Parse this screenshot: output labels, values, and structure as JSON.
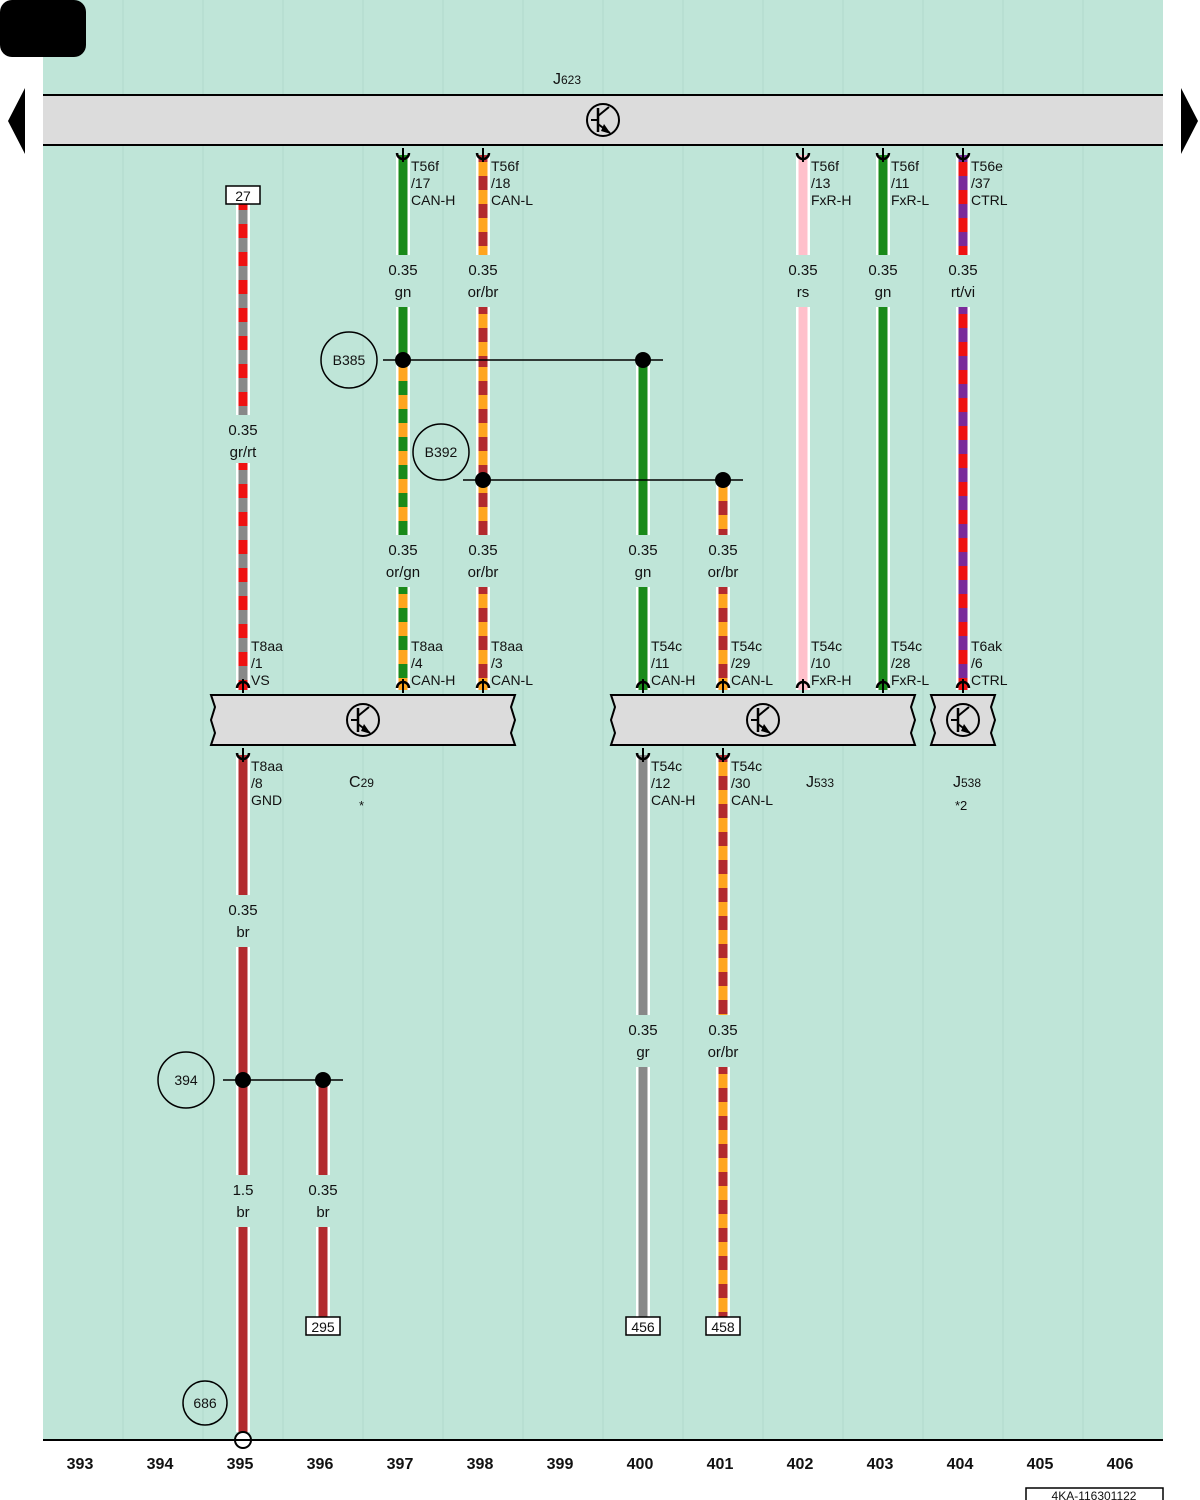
{
  "modules": {
    "top": {
      "code": "J",
      "sub": "623"
    },
    "c29": {
      "code": "C",
      "sub": "29",
      "note": "*"
    },
    "j533": {
      "code": "J",
      "sub": "533"
    },
    "j538": {
      "code": "J",
      "sub": "538",
      "note": "*2"
    }
  },
  "wires": [
    {
      "id": "w397a",
      "c1": "#1a8a1a",
      "c2": "#1a8a1a",
      "label": "0.35",
      "color_label": "gn"
    },
    {
      "id": "w398a",
      "c1": "#ffa51f",
      "c2": "#b22a2e",
      "label": "0.35",
      "color_label": "or/br"
    },
    {
      "id": "w402",
      "c1": "#ffc0cb",
      "c2": "#ffc0cb",
      "label": "0.35",
      "color_label": "rs"
    },
    {
      "id": "w403",
      "c1": "#1a8a1a",
      "c2": "#1a8a1a",
      "label": "0.35",
      "color_label": "gn"
    },
    {
      "id": "w404",
      "c1": "#ee1111",
      "c2": "#7a2a9a",
      "label": "0.35",
      "color_label": "rt/vi"
    },
    {
      "id": "w395a",
      "c1": "#888888",
      "c2": "#ee1111",
      "label": "0.35",
      "color_label": "gr/rt"
    },
    {
      "id": "w397b",
      "c1": "#ffa51f",
      "c2": "#1a8a1a",
      "label": "0.35",
      "color_label": "or/gn"
    },
    {
      "id": "w398b",
      "c1": "#ffa51f",
      "c2": "#b22a2e",
      "label": "0.35",
      "color_label": "or/br"
    },
    {
      "id": "w400a",
      "c1": "#1a8a1a",
      "c2": "#1a8a1a",
      "label": "0.35",
      "color_label": "gn"
    },
    {
      "id": "w401a",
      "c1": "#ffa51f",
      "c2": "#b22a2e",
      "label": "0.35",
      "color_label": "or/br"
    },
    {
      "id": "w395b",
      "c1": "#b22a2e",
      "c2": "#b22a2e",
      "label": "0.35",
      "color_label": "br"
    },
    {
      "id": "w400b",
      "c1": "#888888",
      "c2": "#888888",
      "label": "0.35",
      "color_label": "gr"
    },
    {
      "id": "w401b",
      "c1": "#ffa51f",
      "c2": "#b22a2e",
      "label": "0.35",
      "color_label": "or/br"
    },
    {
      "id": "w395c",
      "c1": "#b22a2e",
      "c2": "#b22a2e",
      "label": "1.5",
      "color_label": "br"
    },
    {
      "id": "w396",
      "c1": "#b22a2e",
      "c2": "#b22a2e",
      "label": "0.35",
      "color_label": "br"
    }
  ],
  "connectors": [
    {
      "id": "p397t",
      "lines": [
        "T56f",
        "/17",
        "CAN-H"
      ]
    },
    {
      "id": "p398t",
      "lines": [
        "T56f",
        "/18",
        "CAN-L"
      ]
    },
    {
      "id": "p402t",
      "lines": [
        "T56f",
        "/13",
        "FxR-H"
      ]
    },
    {
      "id": "p403t",
      "lines": [
        "T56f",
        "/11",
        "FxR-L"
      ]
    },
    {
      "id": "p404t",
      "lines": [
        "T56e",
        "/37",
        "CTRL"
      ]
    },
    {
      "id": "p395c",
      "lines": [
        "T8aa",
        "/1",
        "VS"
      ]
    },
    {
      "id": "p397c",
      "lines": [
        "T8aa",
        "/4",
        "CAN-H"
      ]
    },
    {
      "id": "p398c",
      "lines": [
        "T8aa",
        "/3",
        "CAN-L"
      ]
    },
    {
      "id": "p400c",
      "lines": [
        "T54c",
        "/11",
        "CAN-H"
      ]
    },
    {
      "id": "p401c",
      "lines": [
        "T54c",
        "/29",
        "CAN-L"
      ]
    },
    {
      "id": "p402c",
      "lines": [
        "T54c",
        "/10",
        "FxR-H"
      ]
    },
    {
      "id": "p403c",
      "lines": [
        "T54c",
        "/28",
        "FxR-L"
      ]
    },
    {
      "id": "p404c",
      "lines": [
        "T6ak",
        "/6",
        "CTRL"
      ]
    },
    {
      "id": "p395g",
      "lines": [
        "T8aa",
        "/8",
        "GND"
      ]
    },
    {
      "id": "p400b",
      "lines": [
        "T54c",
        "/12",
        "CAN-H"
      ]
    },
    {
      "id": "p401b",
      "lines": [
        "T54c",
        "/30",
        "CAN-L"
      ]
    }
  ],
  "splices": [
    {
      "id": "B385",
      "label": "B385"
    },
    {
      "id": "B392",
      "label": "B392"
    },
    {
      "id": "s394",
      "label": "394"
    },
    {
      "id": "s686",
      "label": "686"
    }
  ],
  "refs": [
    {
      "id": "r27",
      "label": "27"
    },
    {
      "id": "r295",
      "label": "295"
    },
    {
      "id": "r456",
      "label": "456"
    },
    {
      "id": "r458",
      "label": "458"
    }
  ],
  "columns": [
    "393",
    "394",
    "395",
    "396",
    "397",
    "398",
    "399",
    "400",
    "401",
    "402",
    "403",
    "404",
    "405",
    "406"
  ],
  "doc_id": "4KA-116301122",
  "colors": {
    "background": "#bfe5d8",
    "module_fill": "#dcdcdc",
    "line": "#000000"
  }
}
